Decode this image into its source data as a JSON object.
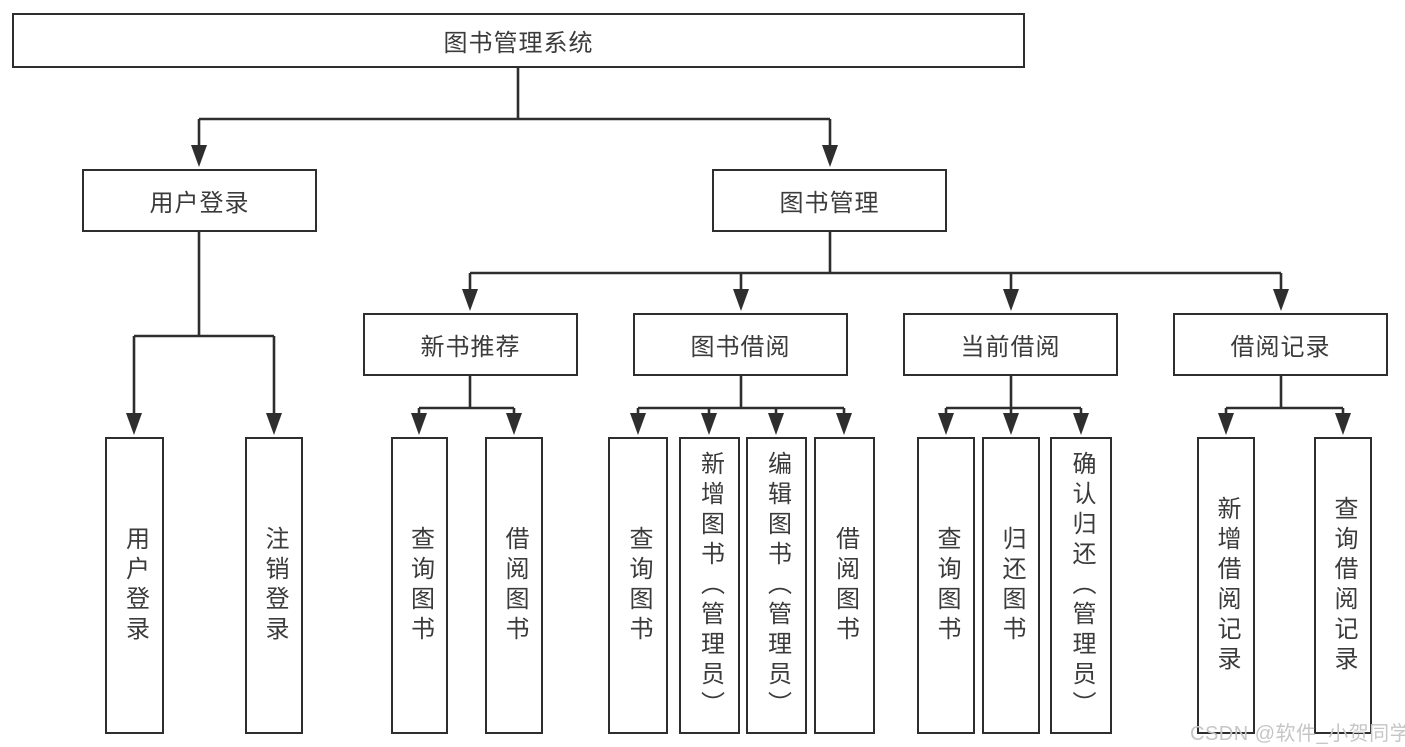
{
  "diagram": {
    "watermark": "CSDN @软件_小贺同学",
    "root": {
      "label": "图书管理系统"
    },
    "branches": [
      {
        "label": "用户登录",
        "children": [
          {
            "label": "用户登录"
          },
          {
            "label": "注销登录"
          }
        ]
      },
      {
        "label": "图书管理",
        "children": [
          {
            "label": "新书推荐",
            "children": [
              {
                "label": "查询图书"
              },
              {
                "label": "借阅图书"
              }
            ]
          },
          {
            "label": "图书借阅",
            "children": [
              {
                "label": "查询图书"
              },
              {
                "label": "新增图书（管理员）"
              },
              {
                "label": "编辑图书（管理员）"
              },
              {
                "label": "借阅图书"
              }
            ]
          },
          {
            "label": "当前借阅",
            "children": [
              {
                "label": "查询图书"
              },
              {
                "label": "归还图书"
              },
              {
                "label": "确认归还（管理员）"
              }
            ]
          },
          {
            "label": "借阅记录",
            "children": [
              {
                "label": "新增借阅记录"
              },
              {
                "label": "查询借阅记录"
              }
            ]
          }
        ]
      }
    ]
  }
}
